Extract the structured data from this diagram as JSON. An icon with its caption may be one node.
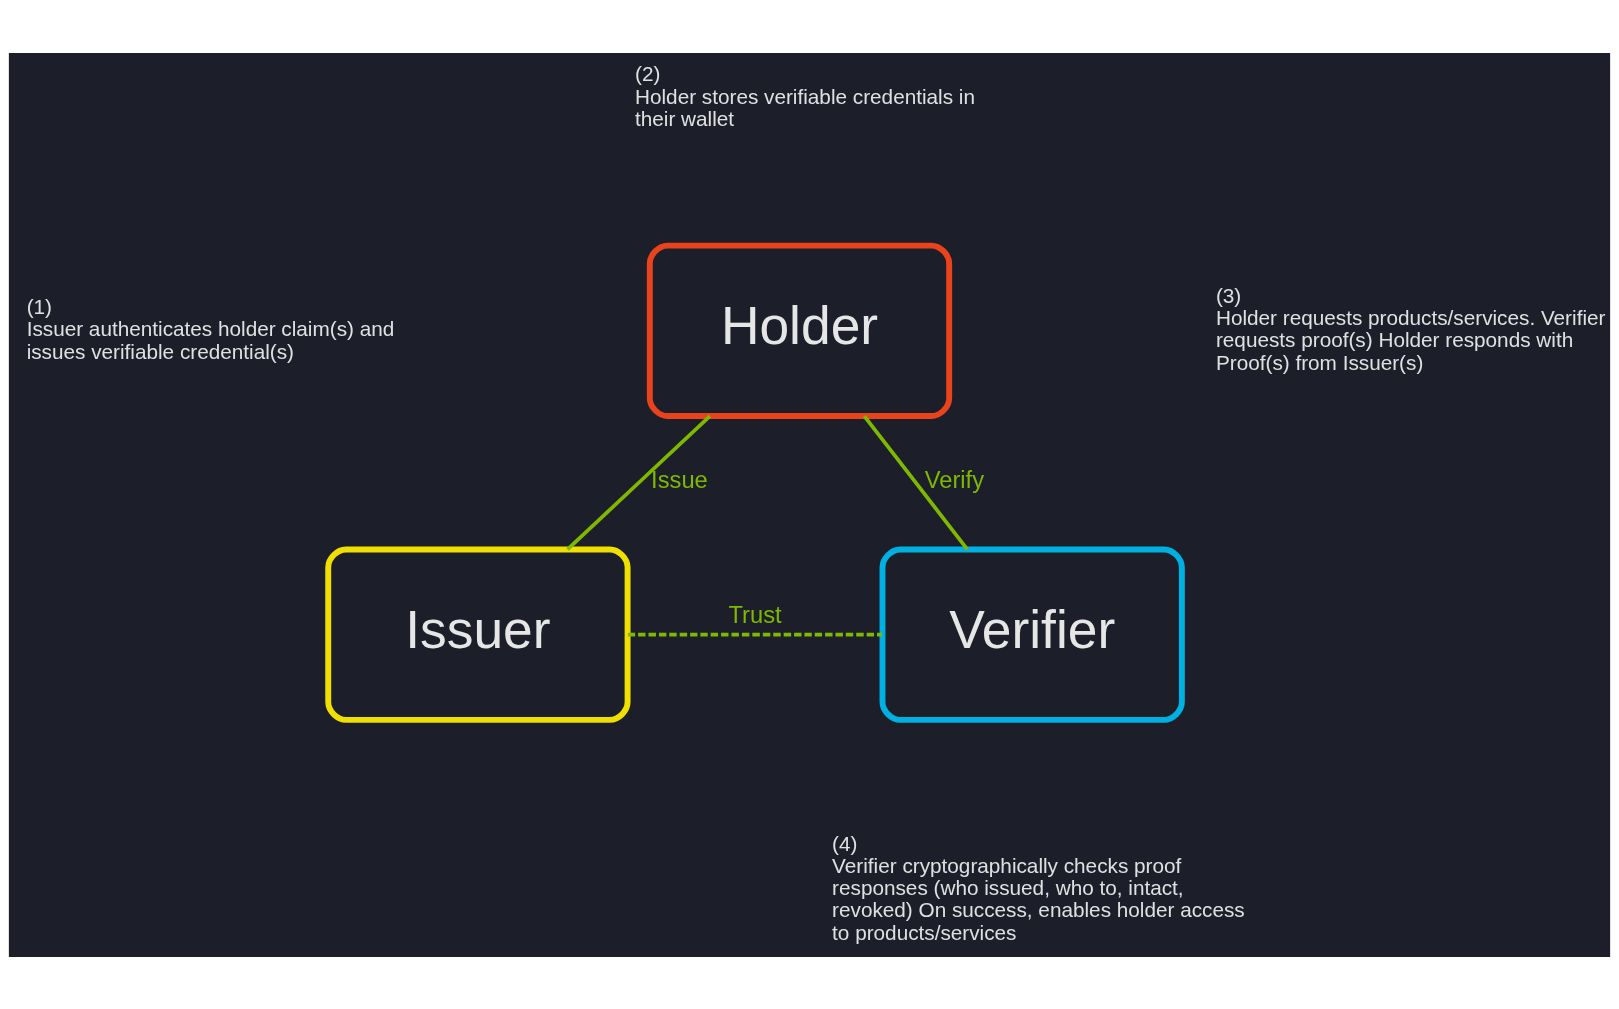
{
  "diagram": {
    "nodes": [
      {
        "text": [
          "Holder"
        ]
      },
      {
        "text": [
          "Issuer"
        ]
      },
      {
        "text": [
          "Verifier"
        ]
      }
    ],
    "edges": [
      {
        "from": 0,
        "to": 1,
        "arrow": "none",
        "label": "Issue"
      },
      {
        "from": 0,
        "to": 2,
        "arrow": "none",
        "label": "Verify"
      },
      {
        "from": 1,
        "to": 2,
        "arrow": "none",
        "label": "Trust",
        "style": "dashed"
      }
    ],
    "labels": [
      "(2)",
      "Holder stores verifiable credentials in their wallet",
      "(3)",
      "Holder requests products/services. Verifier requests proof(s) Holder responds with Proof(s) from Issuer(s)",
      "(1)",
      "Issuer authenticates holder claim(s) and issues verifiable credential(s)",
      "(4)",
      "Verifier cryptographically checks proof responses (who issued, who to, intact, revoked) On success, enables holder access to products/services"
    ]
  }
}
